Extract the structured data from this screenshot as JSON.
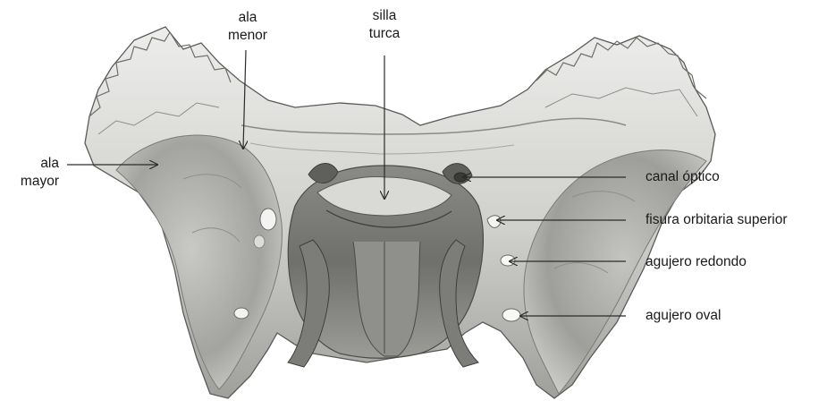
{
  "figure": {
    "subject": "bone-illustration",
    "colors": {
      "bone_light": "#e6e6e4",
      "bone_mid": "#b8b8b5",
      "bone_dark": "#6e6e6b",
      "outline": "#4a4a48",
      "arrow": "#2b2b2b"
    }
  },
  "labels": {
    "ala_menor": {
      "line1": "ala",
      "line2": "menor"
    },
    "silla_turca": {
      "line1": "silla",
      "line2": "turca"
    },
    "ala_mayor": {
      "line1": "ala",
      "line2": "mayor"
    },
    "canal_optico": "canal óptico",
    "fisura_orbitaria_superior": "fisura orbitaria superior",
    "agujero_redondo": "agujero redondo",
    "agujero_oval": "agujero oval"
  }
}
